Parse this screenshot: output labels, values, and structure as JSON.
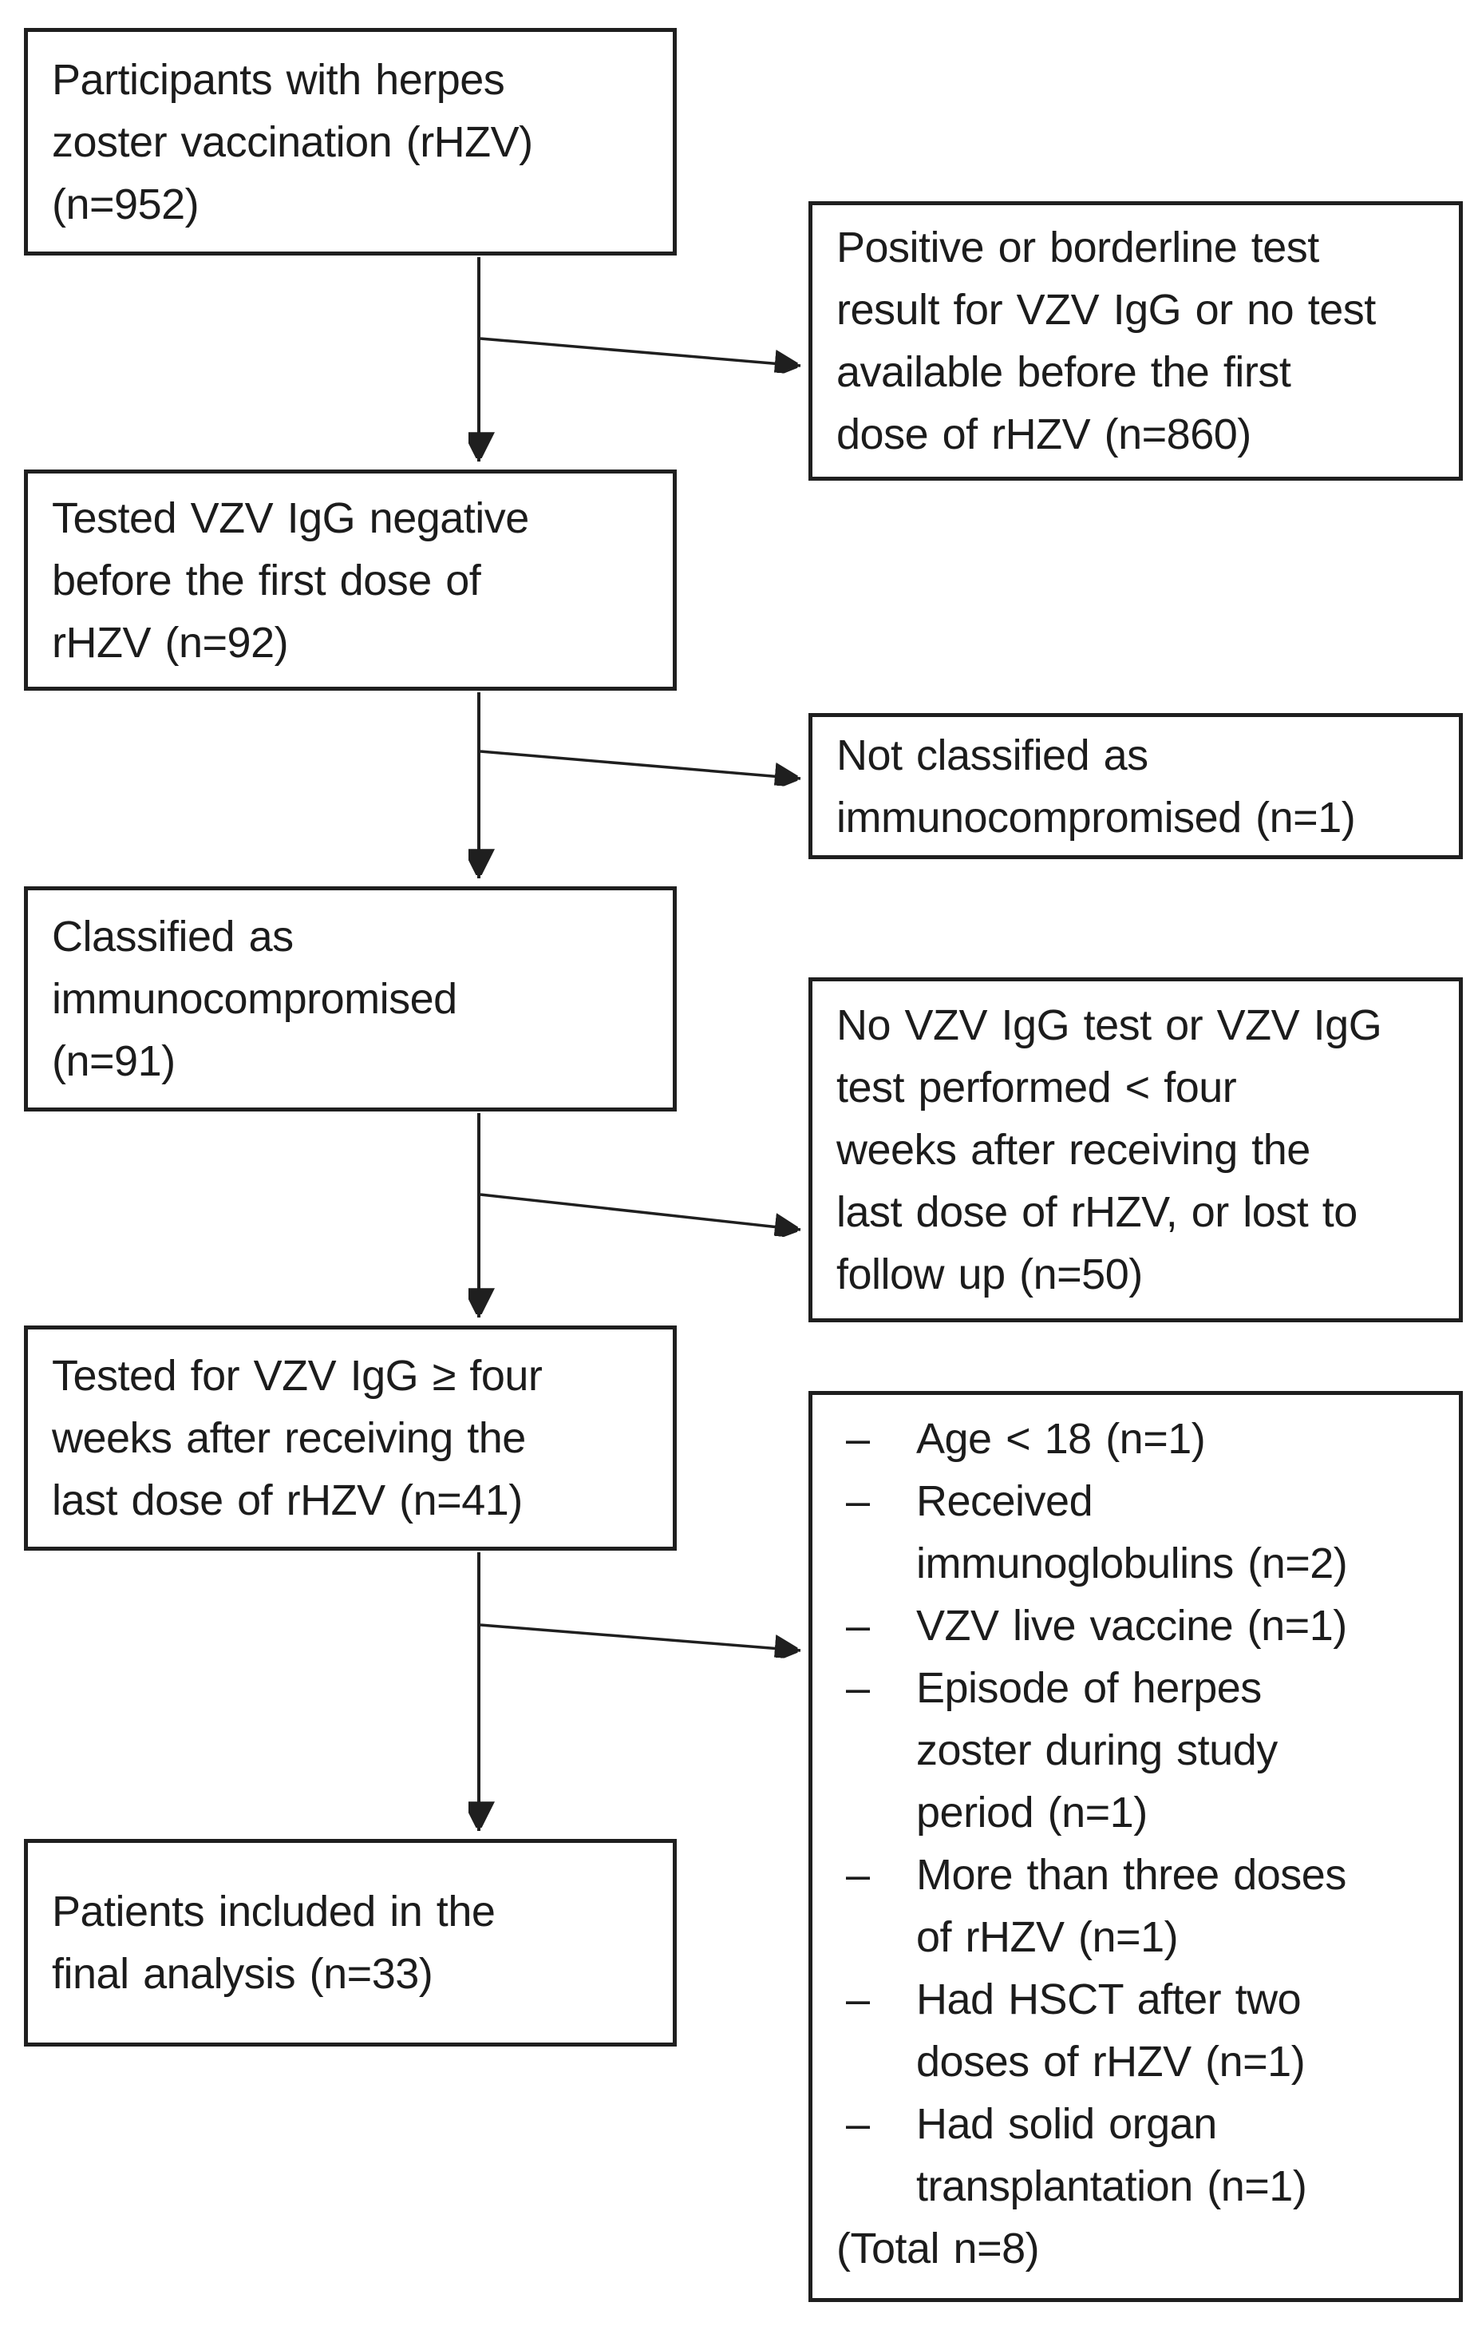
{
  "figure": {
    "background": "#ffffff",
    "ink": "#1f1f1f",
    "bullet_char": "–"
  },
  "flow": [
    {
      "id": "participants",
      "lines": [
        "Participants with herpes",
        "zoster vaccination (rHZV)",
        "(n=952)"
      ]
    },
    {
      "id": "tested-negative",
      "lines": [
        "Tested VZV IgG negative",
        "before the first dose of",
        "rHZV (n=92)"
      ]
    },
    {
      "id": "immunocompromised",
      "lines": [
        "Classified as",
        "immunocompromised",
        "(n=91)"
      ]
    },
    {
      "id": "tested-after-four-weeks",
      "lines": [
        "Tested for VZV IgG ≥ four",
        "weeks after receiving the",
        "last dose of rHZV (n=41)"
      ]
    },
    {
      "id": "final-analysis",
      "lines": [
        "Patients included in the",
        "final analysis (n=33)"
      ]
    }
  ],
  "exclusions": [
    {
      "id": "positive-or-no-test",
      "lines": [
        "Positive or borderline test",
        "result for VZV IgG or no test",
        "available before the first",
        "dose of rHZV (n=860)"
      ]
    },
    {
      "id": "not-immunocompromised",
      "lines": [
        "Not classified as",
        "immunocompromised (n=1)"
      ]
    },
    {
      "id": "no-test-or-lost",
      "lines": [
        "No VZV IgG test or VZV IgG",
        "test performed < four",
        "weeks after receiving the",
        "last dose of rHZV, or lost to",
        "follow up (n=50)"
      ]
    },
    {
      "id": "final-exclusion-list",
      "items": [
        [
          "Age < 18 (n=1)"
        ],
        [
          "Received",
          "immunoglobulins (n=2)"
        ],
        [
          "VZV live vaccine (n=1)"
        ],
        [
          "Episode of herpes",
          "zoster during study",
          "period (n=1)"
        ],
        [
          "More than three doses",
          "of rHZV (n=1)"
        ],
        [
          "Had HSCT after two",
          "doses of rHZV (n=1)"
        ],
        [
          "Had solid organ",
          "transplantation (n=1)"
        ]
      ],
      "total": "(Total n=8)"
    }
  ]
}
